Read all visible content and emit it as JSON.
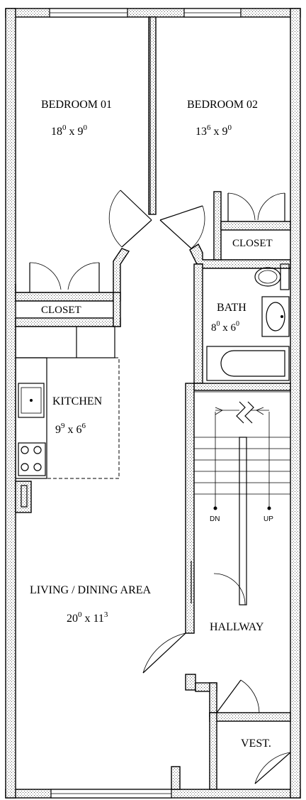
{
  "rooms": {
    "bedroom01": {
      "name": "BEDROOM 01",
      "w": "18",
      "w_sup": "0",
      "x": "x",
      "d": "9",
      "d_sup": "0"
    },
    "bedroom02": {
      "name": "BEDROOM 02",
      "w": "13",
      "w_sup": "6",
      "x": "x",
      "d": "9",
      "d_sup": "0"
    },
    "closet_right": {
      "name": "CLOSET"
    },
    "closet_left": {
      "name": "CLOSET"
    },
    "bath": {
      "name": "BATH",
      "w": "8",
      "w_sup": "0",
      "x": "x",
      "d": "6",
      "d_sup": "0"
    },
    "kitchen": {
      "name": "KITCHEN",
      "w": "9",
      "w_sup": "9",
      "x": "x",
      "d": "6",
      "d_sup": "6"
    },
    "living": {
      "name": "LIVING / DINING AREA",
      "w": "20",
      "w_sup": "0",
      "x": "x",
      "d": "11",
      "d_sup": "3"
    },
    "hallway": {
      "name": "HALLWAY"
    },
    "vestibule": {
      "name": "VEST."
    }
  },
  "stairs": {
    "down": "DN",
    "up": "UP"
  }
}
